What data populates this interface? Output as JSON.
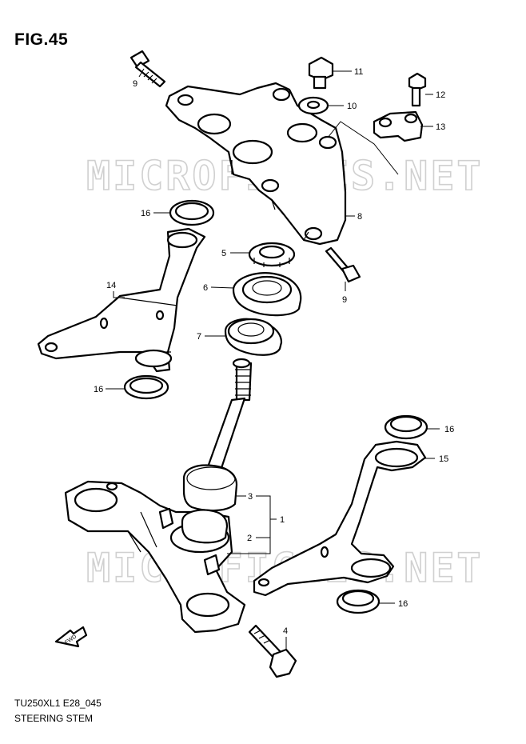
{
  "figure": {
    "title": "FIG.45",
    "code": "TU250XL1 E28_045",
    "name": "STEERING STEM"
  },
  "watermark": "MICROFICHES.NET",
  "fwd_label": "FWD",
  "callouts": [
    {
      "id": "c9a",
      "text": "9"
    },
    {
      "id": "c11",
      "text": "11"
    },
    {
      "id": "c10",
      "text": "10"
    },
    {
      "id": "c12",
      "text": "12"
    },
    {
      "id": "c13",
      "text": "13"
    },
    {
      "id": "c8",
      "text": "8"
    },
    {
      "id": "c16a",
      "text": "16"
    },
    {
      "id": "c5",
      "text": "5"
    },
    {
      "id": "c9b",
      "text": "9"
    },
    {
      "id": "c6",
      "text": "6"
    },
    {
      "id": "c14",
      "text": "14"
    },
    {
      "id": "c7",
      "text": "7"
    },
    {
      "id": "c16b",
      "text": "16"
    },
    {
      "id": "c16c",
      "text": "16"
    },
    {
      "id": "c15",
      "text": "15"
    },
    {
      "id": "c3",
      "text": "3"
    },
    {
      "id": "c1",
      "text": "1"
    },
    {
      "id": "c2",
      "text": "2"
    },
    {
      "id": "c16d",
      "text": "16"
    },
    {
      "id": "c4",
      "text": "4"
    }
  ]
}
